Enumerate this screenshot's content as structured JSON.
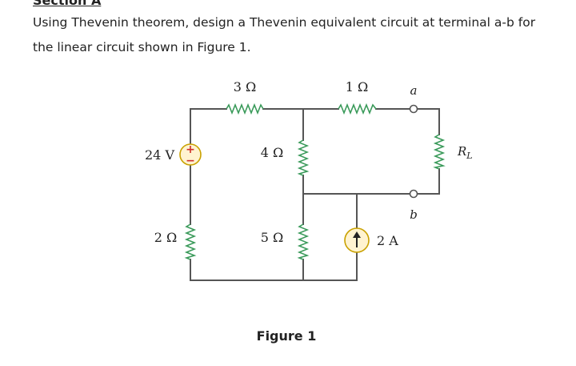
{
  "document": {
    "section_heading": "Section A",
    "question": "Using Thevenin theorem, design a Thevenin equivalent circuit at terminal a-b for the linear circuit shown in Figure 1.",
    "figure_caption": "Figure 1"
  },
  "circuit": {
    "resistors": {
      "r_top_left": "3 Ω",
      "r_top_right": "1 Ω",
      "r_mid_upper": "4 Ω",
      "r_mid_lower": "5 Ω",
      "r_left": "2 Ω"
    },
    "voltage_source": {
      "label": "24 V",
      "plus_sign": "+",
      "minus_sign": "−"
    },
    "current_source": {
      "label": "2 A"
    },
    "terminals": {
      "a": "a",
      "b": "b"
    },
    "load": {
      "label_main": "R",
      "label_sub": "L"
    },
    "colors": {
      "wire": "#555555",
      "resistor": "#3a9a5a",
      "source_fill": "#fff3d0",
      "source_stroke": "#c9a100",
      "source_mark": "#d0302a",
      "text": "#222222"
    }
  }
}
